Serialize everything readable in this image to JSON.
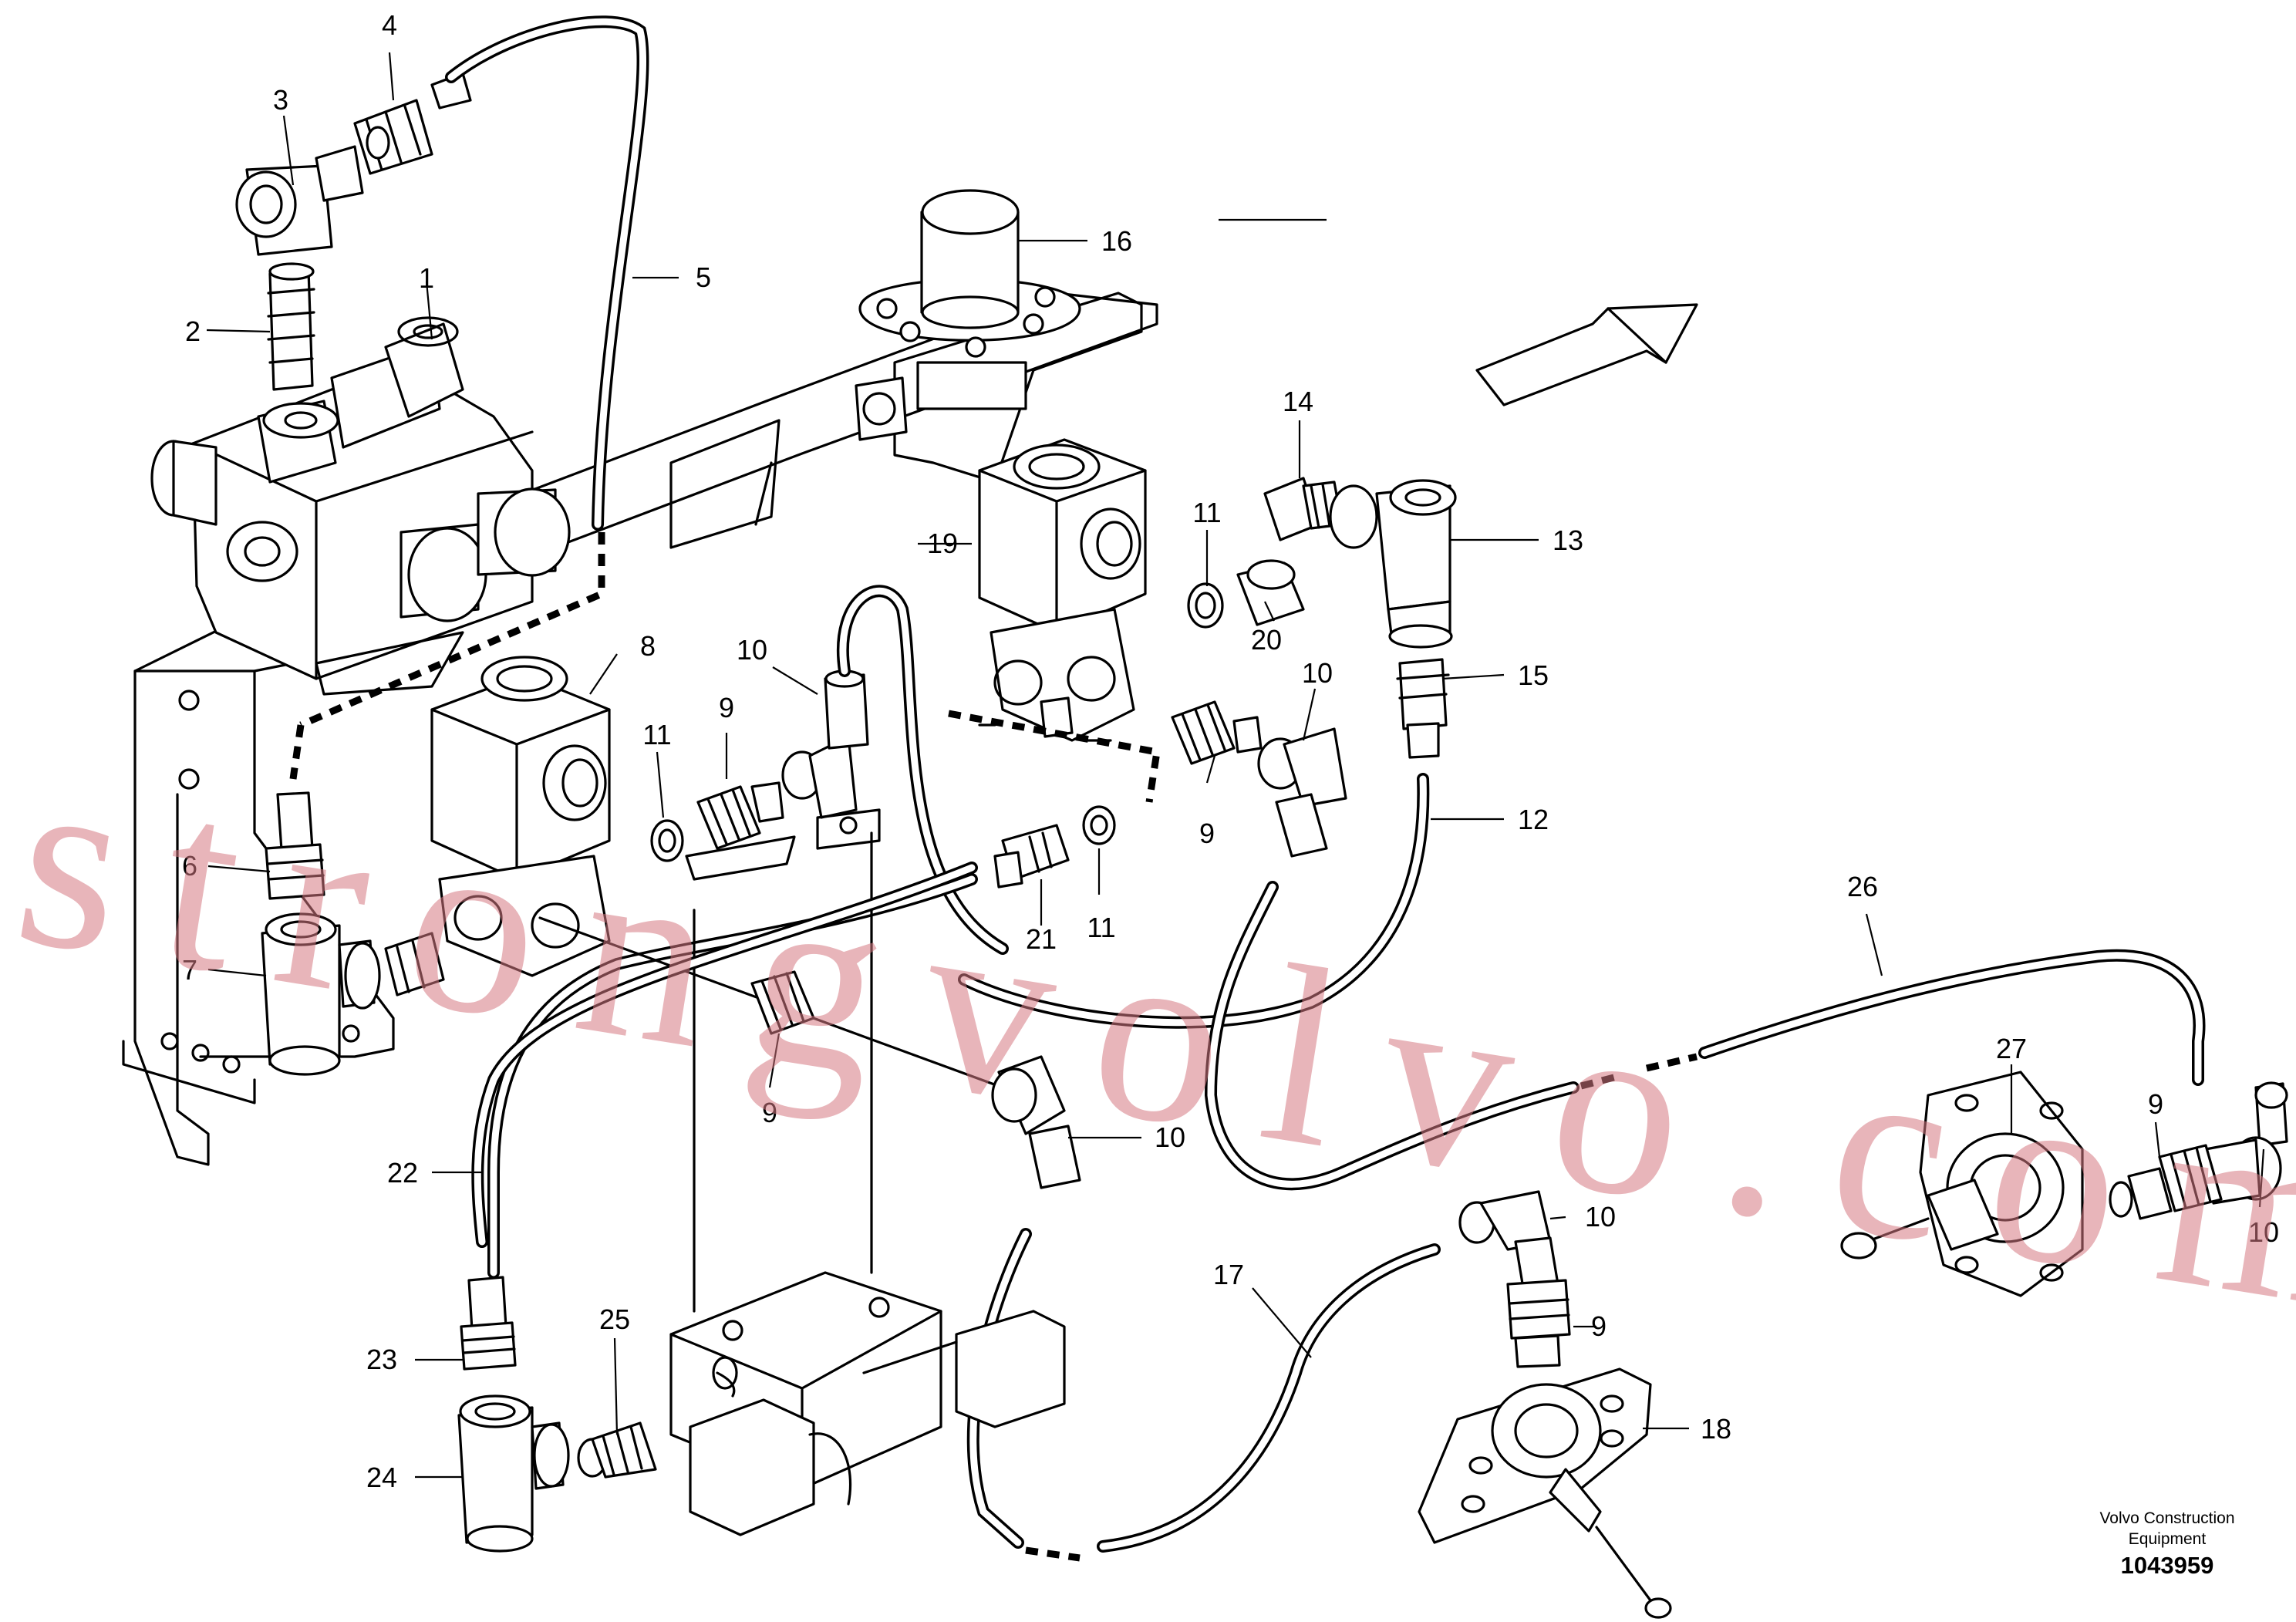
{
  "diagram": {
    "labels": [
      {
        "id": "l1",
        "text": "1"
      },
      {
        "id": "l2",
        "text": "2"
      },
      {
        "id": "l3",
        "text": "3"
      },
      {
        "id": "l4",
        "text": "4"
      },
      {
        "id": "l5",
        "text": "5"
      },
      {
        "id": "l6",
        "text": "6"
      },
      {
        "id": "l7",
        "text": "7"
      },
      {
        "id": "l8",
        "text": "8"
      },
      {
        "id": "l9a",
        "text": "9"
      },
      {
        "id": "l9b",
        "text": "9"
      },
      {
        "id": "l9c",
        "text": "9"
      },
      {
        "id": "l9d",
        "text": "9"
      },
      {
        "id": "l9e",
        "text": "9"
      },
      {
        "id": "l10a",
        "text": "10"
      },
      {
        "id": "l10b",
        "text": "10"
      },
      {
        "id": "l10c",
        "text": "10"
      },
      {
        "id": "l10d",
        "text": "10"
      },
      {
        "id": "l10e",
        "text": "10"
      },
      {
        "id": "l11a",
        "text": "11"
      },
      {
        "id": "l11b",
        "text": "11"
      },
      {
        "id": "l11c",
        "text": "11"
      },
      {
        "id": "l12",
        "text": "12"
      },
      {
        "id": "l13",
        "text": "13"
      },
      {
        "id": "l14",
        "text": "14"
      },
      {
        "id": "l15",
        "text": "15"
      },
      {
        "id": "l16",
        "text": "16"
      },
      {
        "id": "l17",
        "text": "17"
      },
      {
        "id": "l18",
        "text": "18"
      },
      {
        "id": "l19",
        "text": "19"
      },
      {
        "id": "l20",
        "text": "20"
      },
      {
        "id": "l21",
        "text": "21"
      },
      {
        "id": "l22",
        "text": "22"
      },
      {
        "id": "l23",
        "text": "23"
      },
      {
        "id": "l24",
        "text": "24"
      },
      {
        "id": "l25",
        "text": "25"
      },
      {
        "id": "l26",
        "text": "26"
      },
      {
        "id": "l27",
        "text": "27"
      }
    ],
    "brand_line1": "Volvo Construction",
    "brand_line2": "Equipment",
    "drawing_number": "1043959"
  },
  "watermark": "strongvolvo.com"
}
